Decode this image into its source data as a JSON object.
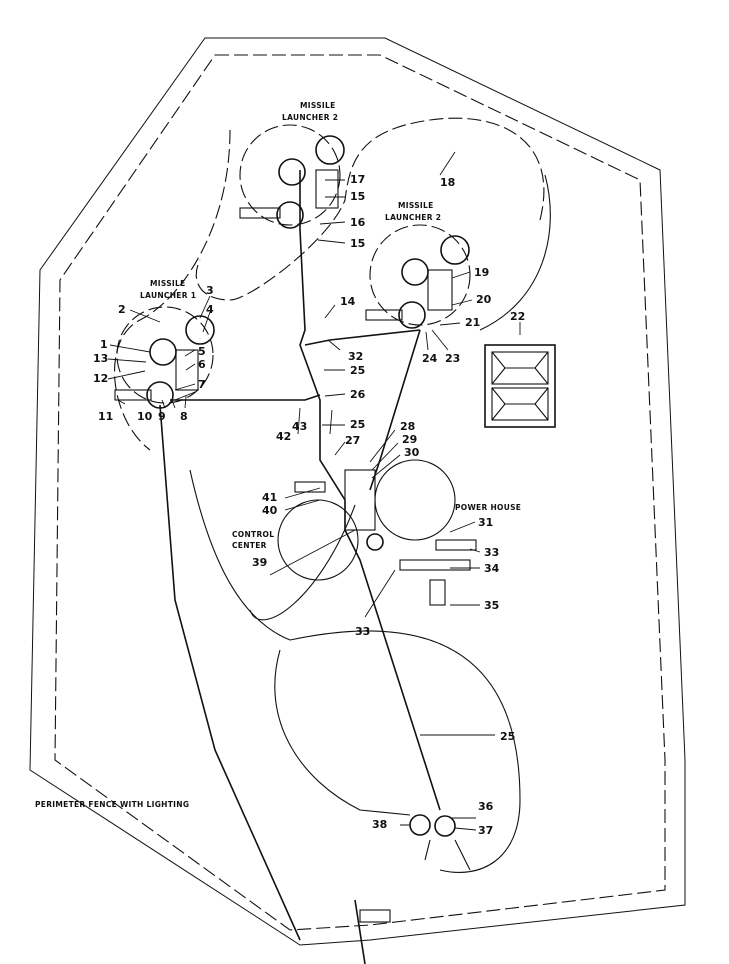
{
  "captions": {
    "launcher_top": [
      "MISSILE",
      "LAUNCHER 2"
    ],
    "launcher_right": [
      "MISSILE",
      "LAUNCHER 2"
    ],
    "launcher_left": [
      "MISSILE",
      "LAUNCHER 1"
    ],
    "control_center": [
      "CONTROL",
      "CENTER"
    ],
    "power_house": "POWER HOUSE",
    "perimeter": "PERIMETER FENCE WITH LIGHTING"
  },
  "callouts": [
    "1",
    "2",
    "3",
    "4",
    "5",
    "6",
    "7",
    "8",
    "9",
    "10",
    "11",
    "12",
    "13",
    "14",
    "15",
    "15",
    "16",
    "17",
    "18",
    "19",
    "20",
    "21",
    "22",
    "23",
    "24",
    "25",
    "25",
    "25",
    "26",
    "27",
    "28",
    "29",
    "30",
    "31",
    "32",
    "33",
    "33",
    "34",
    "35",
    "36",
    "37",
    "38",
    "39",
    "40",
    "41",
    "42",
    "43"
  ],
  "colors": {
    "ink": "#111111",
    "paper": "#ffffff"
  }
}
